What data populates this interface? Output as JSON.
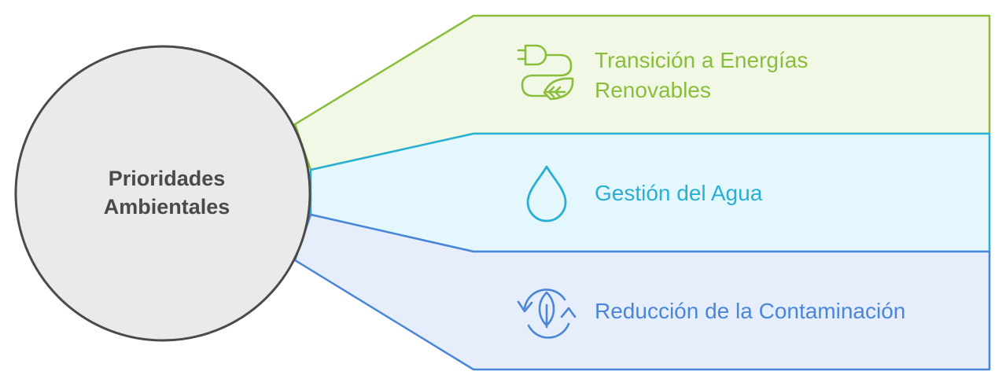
{
  "hub": {
    "line1": "Prioridades",
    "line2": "Ambientales"
  },
  "branches": [
    {
      "line1": "Transición a Energías",
      "line2": "Renovables",
      "icon": "plug-leaf-icon",
      "color": "#8bbd3c",
      "fill": "#f1f9e6"
    },
    {
      "label": "Gestión del Agua",
      "icon": "water-drop-icon",
      "color": "#29aed6",
      "fill": "#e4f7fc"
    },
    {
      "label": "Reducción de la Contaminación",
      "icon": "recycle-leaf-icon",
      "color": "#4a86d8",
      "fill": "#e6eefb"
    }
  ]
}
